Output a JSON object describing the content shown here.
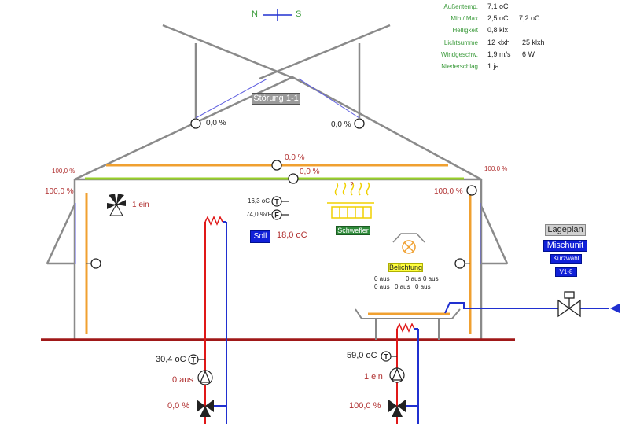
{
  "compass": {
    "north": "N",
    "south": "S"
  },
  "weather": {
    "outside_temp": {
      "label": "Außentemp.",
      "value": "7,1 oC"
    },
    "min_max": {
      "label": "Min / Max",
      "value": "2,5 oC",
      "value2": "7,2 oC"
    },
    "brightness": {
      "label": "Helligkeit",
      "value": "0,8 klx"
    },
    "light_sum": {
      "label": "Lichtsumme",
      "value": "12 klxh",
      "value2": "25 klxh"
    },
    "wind": {
      "label": "Windgeschw.",
      "value": "1,9 m/s",
      "value2": "6 W"
    },
    "rain": {
      "label": "Niederschlag",
      "value": "1 ja"
    }
  },
  "alarm": {
    "label": "Störung 1-1"
  },
  "roof_vents": {
    "left": "0,0 %",
    "right": "0,0 %"
  },
  "screens": {
    "upper": "0,0 %",
    "lower": "0,0 %"
  },
  "side_vents": {
    "left_small": "100,0 %",
    "left": "100,0 %",
    "right_small": "100,0 %",
    "right": "100,0 %"
  },
  "fan": {
    "status": "1 ein"
  },
  "climate": {
    "temp": "16,3 oC",
    "humidity": "74,0 %rF",
    "temp_icon": "T",
    "humidity_icon": "F"
  },
  "setpoint": {
    "button": "Soll",
    "value": "18,0 oC"
  },
  "sulfur": {
    "question": "?",
    "button": "Schwefler"
  },
  "lighting": {
    "button": "Belichtung",
    "row1": [
      "0 aus",
      "0 aus",
      "0 aus"
    ],
    "row2": [
      "0 aus",
      "0 aus",
      "0 aus"
    ]
  },
  "nav": {
    "site_plan": "Lageplan",
    "mixing_unit": "Mischunit",
    "quick_select": "Kurzwahl",
    "valve": "V1-8"
  },
  "heating_left": {
    "temp": "30,4 oC",
    "temp_icon": "T",
    "pump": "0 aus",
    "valve": "0,0 %"
  },
  "heating_right": {
    "temp": "59,0 oC",
    "temp_icon": "T",
    "pump": "1 ein",
    "valve": "100,0 %"
  }
}
